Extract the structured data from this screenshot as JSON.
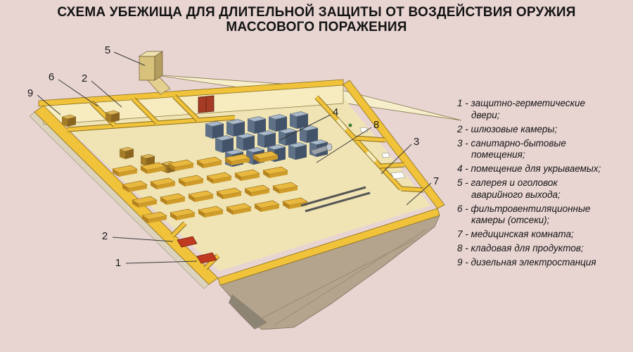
{
  "title": {
    "line1": "СХЕМА УБЕЖИЩА ДЛЯ ДЛИТЕЛЬНОЙ ЗАЩИТЫ ОТ ВОЗДЕЙСТВИЯ ОРУЖИЯ",
    "line2": "МАССОВОГО ПОРАЖЕНИЯ"
  },
  "legend": {
    "separator": " - ",
    "items": [
      {
        "num": "1",
        "text": "защитно-герметические двери;"
      },
      {
        "num": "2",
        "text": "шлюзовые камеры;"
      },
      {
        "num": "3",
        "text": "санитарно-бытовые помещения;"
      },
      {
        "num": "4",
        "text": "помещение для укрываемых;"
      },
      {
        "num": "5",
        "text": "галерея и оголовок аварийного выхода;"
      },
      {
        "num": "6",
        "text": "фильтровентиляционные камеры (отсеки);"
      },
      {
        "num": "7",
        "text": "медицинская комната;"
      },
      {
        "num": "8",
        "text": "кладовая для продуктов;"
      },
      {
        "num": "9",
        "text": "дизельная электростанция"
      }
    ]
  },
  "callouts": [
    {
      "label": "5"
    },
    {
      "label": "6"
    },
    {
      "label": "2"
    },
    {
      "label": "9"
    },
    {
      "label": "4"
    },
    {
      "label": "8"
    },
    {
      "label": "3"
    },
    {
      "label": "7"
    },
    {
      "label": "2"
    },
    {
      "label": "1"
    }
  ],
  "colors": {
    "background": "#e8d5d2",
    "wall_yellow": "#f1c33a",
    "wall_face": "#f6ecc0",
    "floor": "#f0e4b4",
    "door_red": "#c03a20",
    "cabinet_blue": "#5f7187",
    "table_yellow": "#e9b93f",
    "earth": "#b4a48e",
    "text": "#141414"
  }
}
